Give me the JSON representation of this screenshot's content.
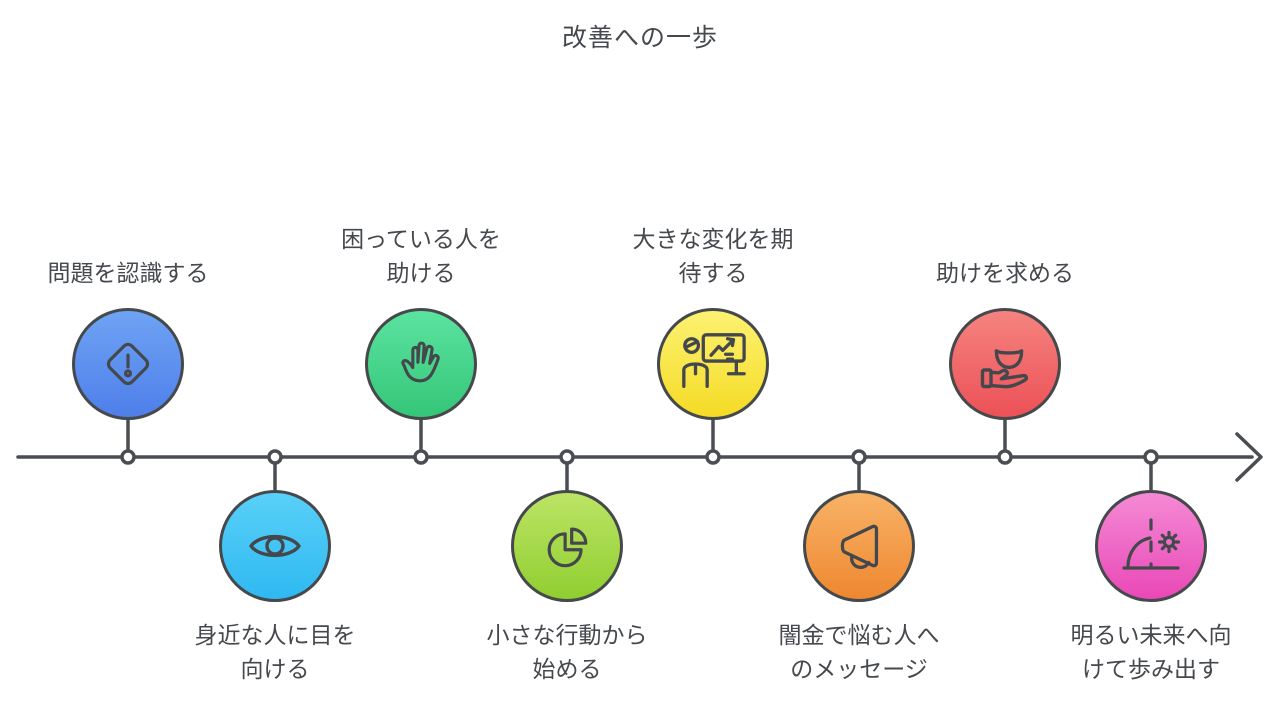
{
  "title": "改善への一歩",
  "colors": {
    "outline": "#45494C",
    "timeline_line": "#4A4E52",
    "node_fill": "#ffffff",
    "text": "#45484D",
    "background": "#ffffff"
  },
  "timeline": {
    "direction": "left-to-right-arrow",
    "items": [
      {
        "label": "問題を認識する",
        "icon": "alert-diamond-icon",
        "position": "top",
        "color_top": "#6FA3F4",
        "color_bottom": "#4E7FEA"
      },
      {
        "label": "身近な人に目を\n向ける",
        "icon": "eye-icon",
        "position": "bottom",
        "color_top": "#59D0F8",
        "color_bottom": "#2FB9F1"
      },
      {
        "label": "困っている人を\n助ける",
        "icon": "open-hand-icon",
        "position": "top",
        "color_top": "#5BE3A0",
        "color_bottom": "#35C678"
      },
      {
        "label": "小さな行動から\n始める",
        "icon": "pie-chart-icon",
        "position": "bottom",
        "color_top": "#BCE465",
        "color_bottom": "#90CE30"
      },
      {
        "label": "大きな変化を期\n待する",
        "icon": "presentation-chart-icon",
        "position": "top",
        "color_top": "#FCF272",
        "color_bottom": "#F5DB25"
      },
      {
        "label": "闇金で悩む人へ\nのメッセージ",
        "icon": "megaphone-icon",
        "position": "bottom",
        "color_top": "#F8B266",
        "color_bottom": "#EE8830"
      },
      {
        "label": "助けを求める",
        "icon": "bowl-hand-icon",
        "position": "top",
        "color_top": "#F5837F",
        "color_bottom": "#EC5157"
      },
      {
        "label": "明るい未来へ向\nけて歩み出す",
        "icon": "sunrise-icon",
        "position": "bottom",
        "color_top": "#F48AD5",
        "color_bottom": "#E948B6"
      }
    ]
  }
}
